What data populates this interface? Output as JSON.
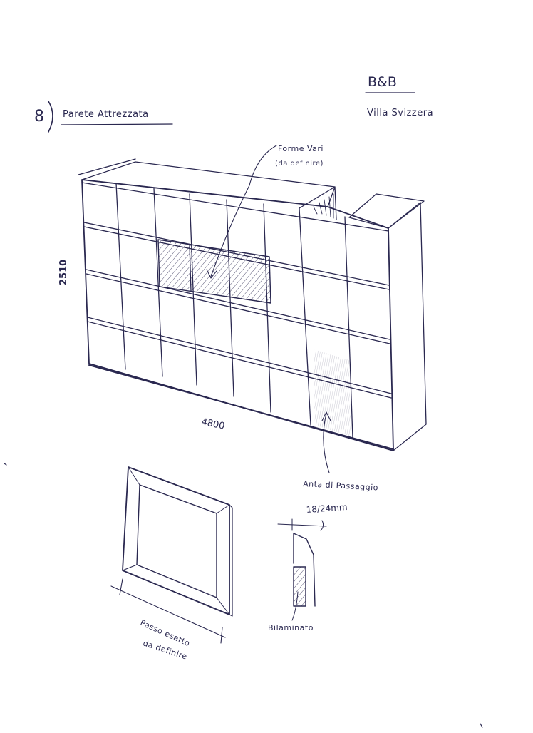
{
  "header": {
    "section_number": "8",
    "section_title": "Parete Attrezzata",
    "project_code": "B&B",
    "project_name": "Villa Svizzera"
  },
  "wall_unit": {
    "height_label": "2510",
    "width_label": "4800",
    "annotation_forms": "Forme Vari",
    "annotation_forms_note": "(da definire)",
    "annotation_passage": "Anta di Passaggio"
  },
  "frame_detail": {
    "pitch_label_1": "Passo esatto",
    "pitch_label_2": "da definire"
  },
  "profile_detail": {
    "thickness_label": "18/24mm",
    "material_label": "Bilaminato"
  },
  "colors": {
    "ink": "#2a2850",
    "paper": "#ffffff"
  }
}
